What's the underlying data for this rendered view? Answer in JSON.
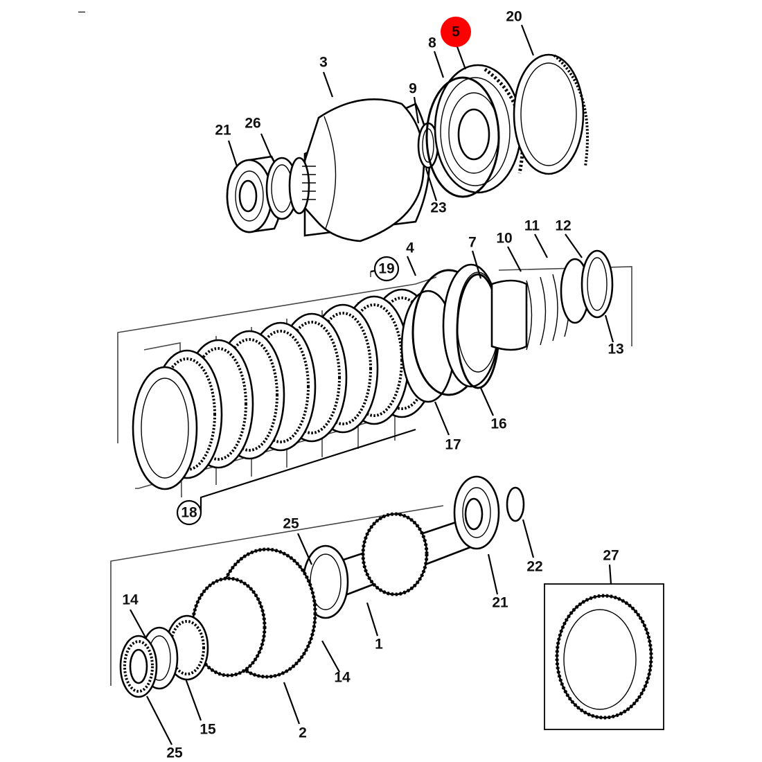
{
  "colors": {
    "line": "#000000",
    "highlight": "#ff0000",
    "background": "#ffffff"
  },
  "top_mark": "–",
  "highlighted_part": "5",
  "labels": {
    "p1": "1",
    "p2": "2",
    "p3": "3",
    "p4": "4",
    "p5": "5",
    "p7": "7",
    "p8": "8",
    "p9": "9",
    "p10": "10",
    "p11": "11",
    "p12": "12",
    "p13": "13",
    "p14a": "14",
    "p14b": "14",
    "p15": "15",
    "p16": "16",
    "p17": "17",
    "p18": "18",
    "p19": "19",
    "p20": "20",
    "p21a": "21",
    "p21b": "21",
    "p22": "22",
    "p23": "23",
    "p25a": "25",
    "p25b": "25",
    "p26": "26",
    "p27": "27"
  }
}
